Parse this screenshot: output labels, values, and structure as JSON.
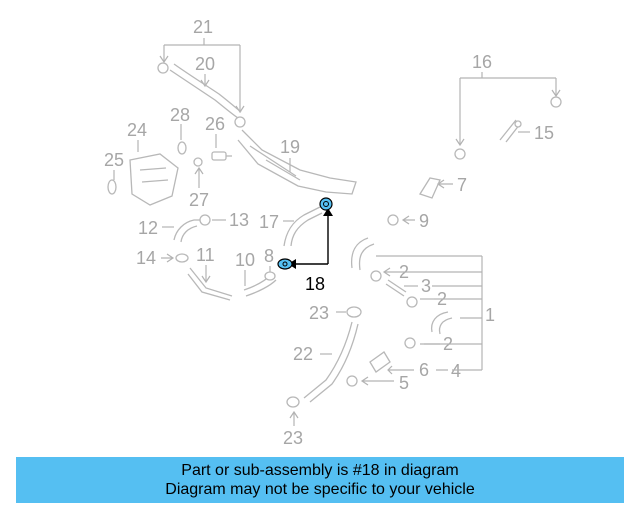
{
  "callouts": {
    "c21": "21",
    "c20": "20",
    "c28": "28",
    "c26": "26",
    "c24": "24",
    "c25": "25",
    "c27": "27",
    "c19": "19",
    "c16": "16",
    "c15": "15",
    "c7": "7",
    "c9": "9",
    "c17": "17",
    "c12": "12",
    "c13": "13",
    "c14": "14",
    "c11": "11",
    "c10": "10",
    "c8": "8",
    "c18": "18",
    "c2a": "2",
    "c3": "3",
    "c2b": "2",
    "c1": "1",
    "c23a": "23",
    "c2c": "2",
    "c22": "22",
    "c6": "6",
    "c4": "4",
    "c5": "5",
    "c23b": "23"
  },
  "highlight": {
    "part_number": "18",
    "color": "#55bff2"
  },
  "banner": {
    "line1": "Part or sub-assembly is #18 in diagram",
    "line2": "Diagram may not be specific to your vehicle",
    "background": "#55bff2"
  }
}
